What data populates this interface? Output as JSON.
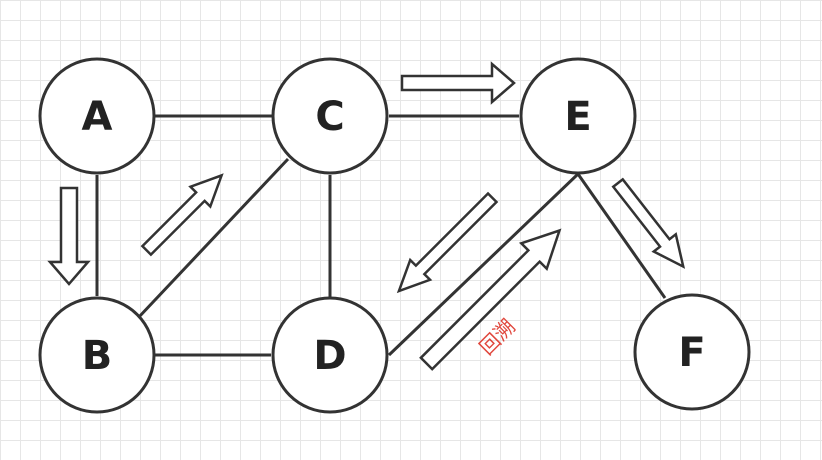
{
  "nodes": [
    {
      "id": "A",
      "label": "A"
    },
    {
      "id": "B",
      "label": "B"
    },
    {
      "id": "C",
      "label": "C"
    },
    {
      "id": "D",
      "label": "D"
    },
    {
      "id": "E",
      "label": "E"
    },
    {
      "id": "F",
      "label": "F"
    }
  ],
  "edges": [
    {
      "from": "A",
      "to": "C"
    },
    {
      "from": "A",
      "to": "B"
    },
    {
      "from": "B",
      "to": "C"
    },
    {
      "from": "B",
      "to": "D"
    },
    {
      "from": "C",
      "to": "D"
    },
    {
      "from": "C",
      "to": "E"
    },
    {
      "from": "D",
      "to": "E"
    },
    {
      "from": "E",
      "to": "F"
    }
  ],
  "traversal_arrows": [
    {
      "from": "A",
      "to": "B"
    },
    {
      "from": "B",
      "to": "C"
    },
    {
      "from": "C",
      "to": "E"
    },
    {
      "from": "E",
      "to": "F"
    },
    {
      "from": "E",
      "to": "D"
    },
    {
      "from": "D",
      "to": "E"
    }
  ],
  "annotation": {
    "text": "回溯"
  },
  "colors": {
    "annotation": "#e0463c",
    "stroke": "#333333"
  }
}
